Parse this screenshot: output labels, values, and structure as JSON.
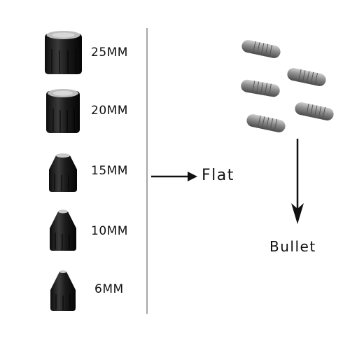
{
  "tips": [
    {
      "label": "25MM",
      "shape": "flat"
    },
    {
      "label": "20MM",
      "shape": "flat"
    },
    {
      "label": "15MM",
      "shape": "tapered"
    },
    {
      "label": "10MM",
      "shape": "tapered"
    },
    {
      "label": "6MM",
      "shape": "tapered"
    }
  ],
  "flat_label": "Flat",
  "bullet_label": "Bullet",
  "colors": {
    "tip_body": "#1a1a1a",
    "tip_highlight": "#3a3a3a",
    "tip_face": "#c8c8c8",
    "bullet_metal": "#8a8a8a",
    "divider": "#888888",
    "arrow": "#111111"
  },
  "bullet_count": 5
}
